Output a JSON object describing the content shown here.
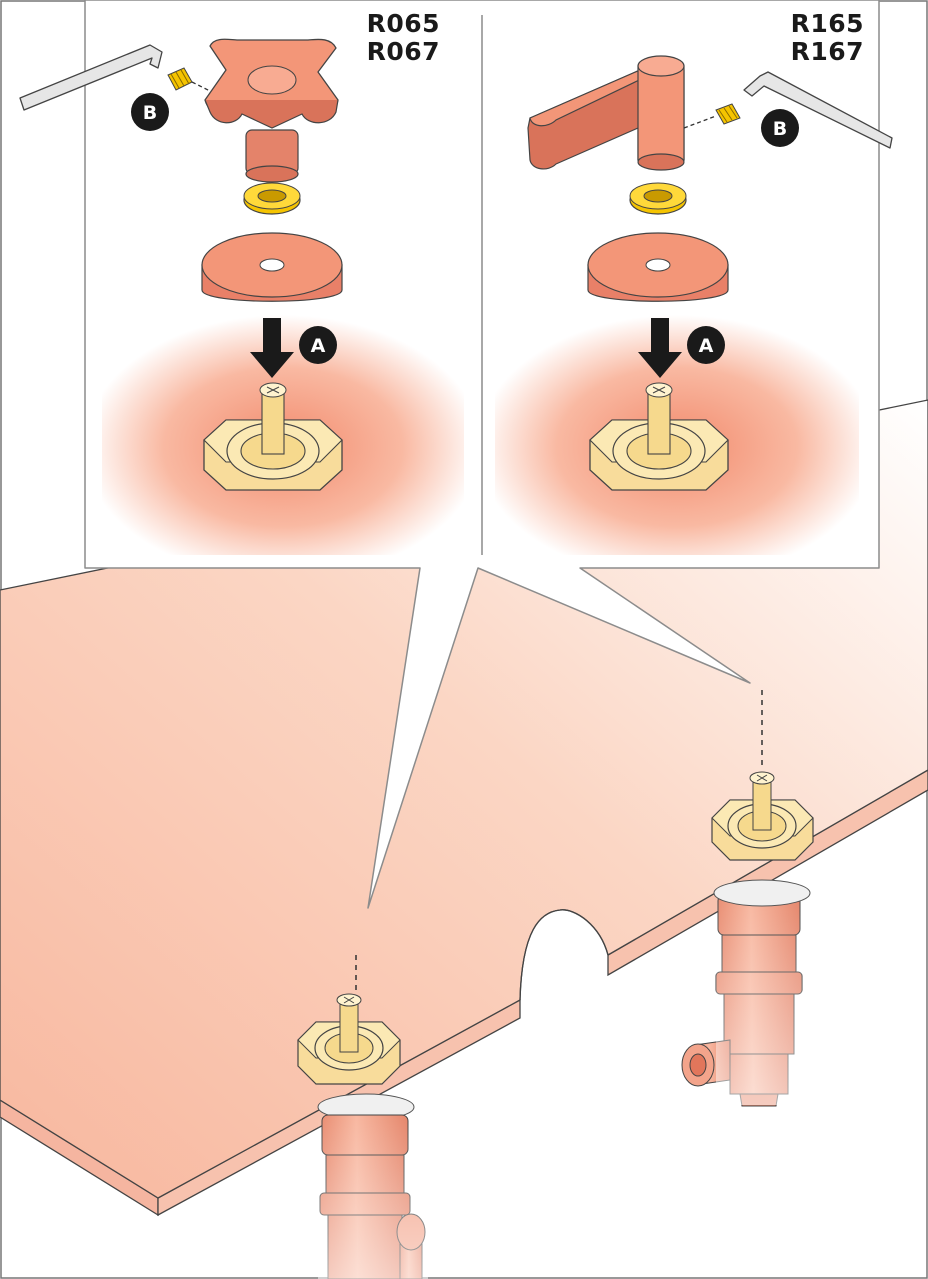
{
  "panels": {
    "left": {
      "model_codes": [
        "R065",
        "R067"
      ],
      "labels": {
        "arrow": "A",
        "screw": "B"
      }
    },
    "right": {
      "model_codes": [
        "R165",
        "R167"
      ],
      "labels": {
        "arrow": "A",
        "screw": "B"
      }
    }
  },
  "colors": {
    "handle": "#f39678",
    "handle_shade": "#d9735a",
    "brass": "#fbe9b4",
    "washer": "#f5c400",
    "countertop": "#fbd0bd",
    "label_bg": "#1a1a1a",
    "callout_border": "#8c8c8c"
  },
  "icons": [
    "hex-key-icon",
    "grub-screw-icon",
    "down-arrow-icon"
  ]
}
